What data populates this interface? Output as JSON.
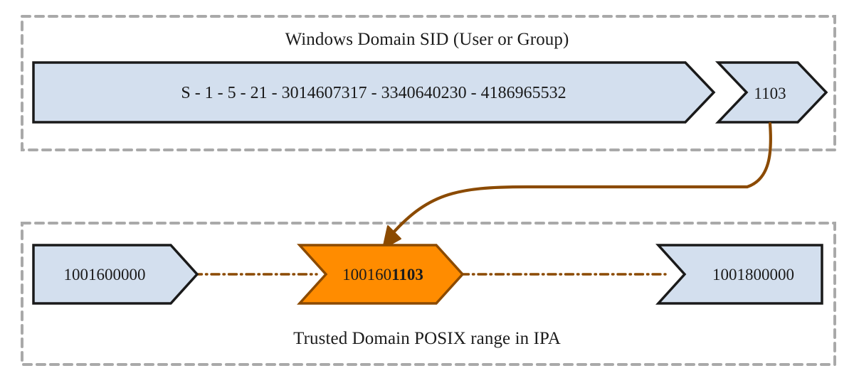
{
  "diagram": {
    "title_semantic": "windows-sid-to-posix-id-mapping",
    "colors": {
      "container_border": "#a9a9a9",
      "box_fill": "#d3dfee",
      "box_stroke": "#1a1a1a",
      "highlight_fill": "#ff8c00",
      "highlight_stroke": "#8b4a00",
      "connector": "#8b4a00",
      "text": "#1b1b1b",
      "background": "#ffffff"
    }
  },
  "top_group": {
    "title": "Windows Domain SID (User or Group)",
    "sid_box": {
      "label": "S - 1 - 5 - 21 - 3014607317 - 3340640230 - 4186965532",
      "shape": "chevron-right-flat-left"
    },
    "rid_box": {
      "label": "1103",
      "shape": "chevron-right-notched-left"
    }
  },
  "bottom_group": {
    "caption": "Trusted Domain POSIX range in IPA",
    "range_start": {
      "label": "1001600000",
      "shape": "chevron-right-flat-left"
    },
    "mapped_id": {
      "prefix": "100160",
      "suffix": "1103",
      "full_label": "1001601103",
      "shape": "chevron-right-notched-left",
      "highlighted": true
    },
    "range_end": {
      "label": "1001800000",
      "shape": "flat-right-notched-left"
    }
  },
  "connector": {
    "name": "rid-to-posix-id-arrow",
    "from": "rid_box",
    "to": "mapped_id",
    "style": "curved-arrow"
  },
  "range_connectors": [
    {
      "name": "range-start-to-mapped-id",
      "style": "dash-dot"
    },
    {
      "name": "mapped-id-to-range-end",
      "style": "dash-dot"
    }
  ]
}
